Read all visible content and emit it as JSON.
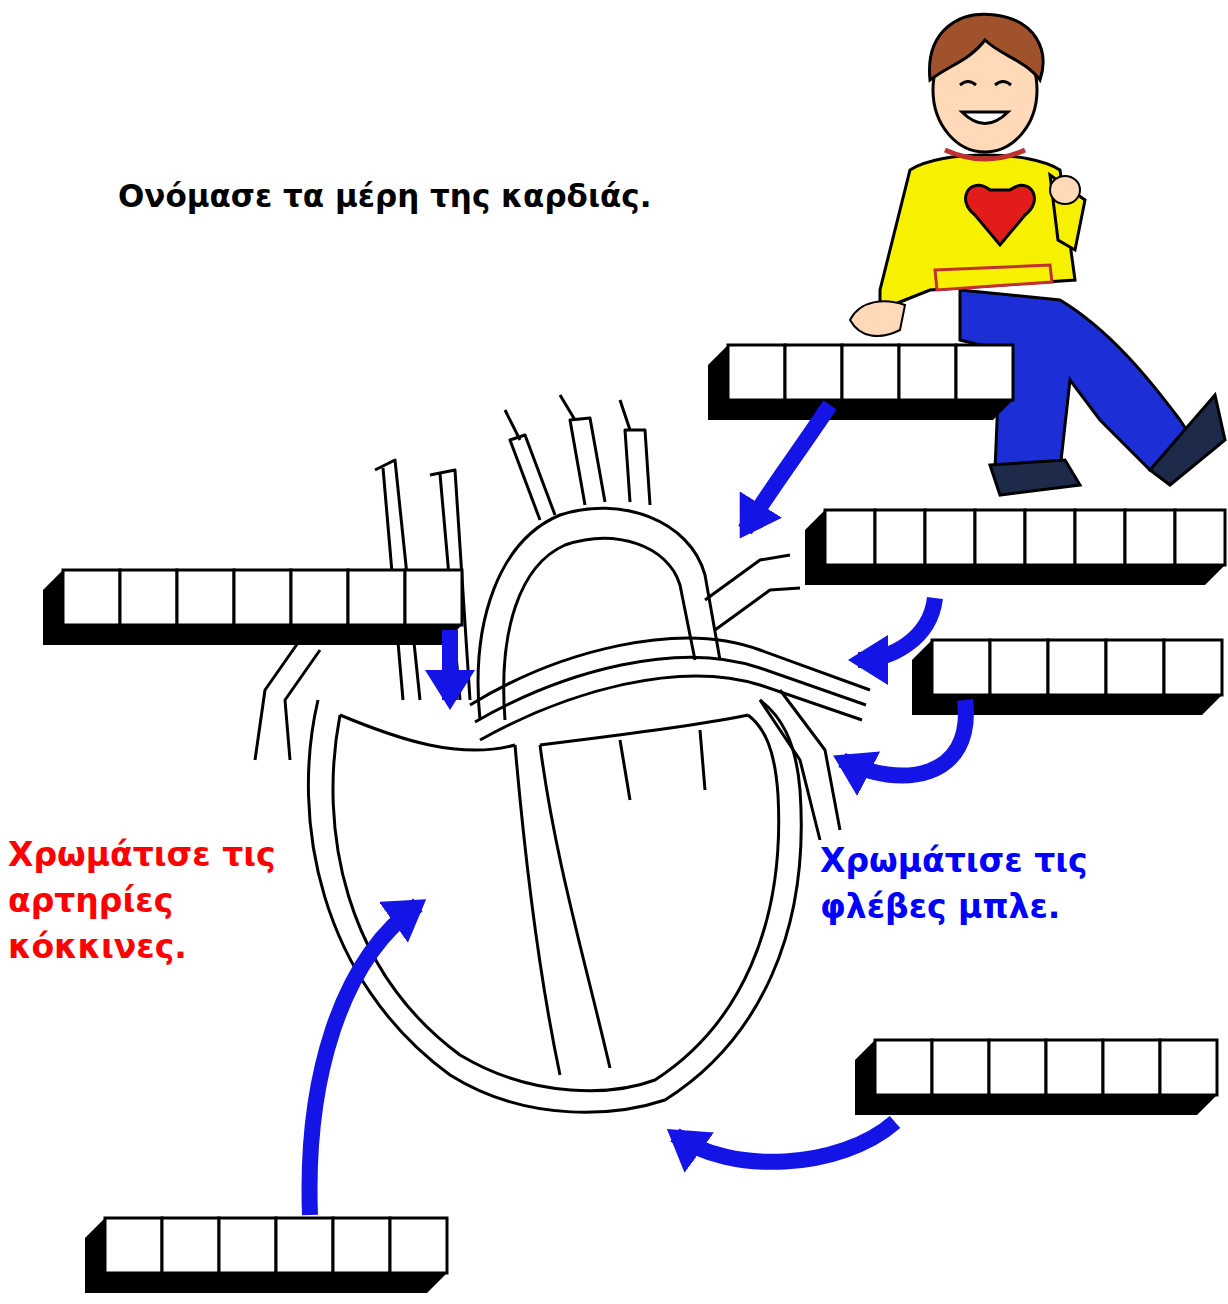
{
  "diagram": {
    "title": "Ονόμασε τα μέρη της καρδιάς.",
    "labels": [
      "Χρωμάτισε τις αρτηρίες κόκκινες.",
      "Χρωμάτισε τις φλέβες μπλε."
    ]
  }
}
